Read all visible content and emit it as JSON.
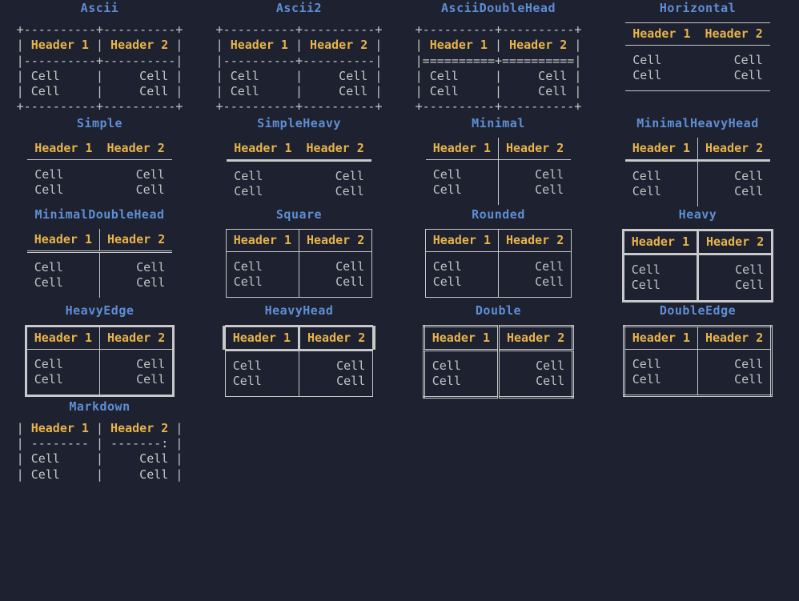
{
  "theme": {
    "background": "#1d2130",
    "title_color": "#5f8ed4",
    "header_color": "#e8b44a",
    "cell_color": "#c3c3c3",
    "line_color": "#c9c9c9"
  },
  "labels": {
    "header1": "Header 1",
    "header2": "Header 2",
    "cell": "Cell"
  },
  "boxes": [
    {
      "id": "ascii",
      "title": "Ascii",
      "kind": "art",
      "art_lines": [
        "+----------+----------+",
        "| Header 1 | Header 2 |",
        "|----------+----------|",
        "| Cell     |     Cell |",
        "| Cell     |     Cell |",
        "+----------+----------+"
      ]
    },
    {
      "id": "ascii2",
      "title": "Ascii2",
      "kind": "art",
      "art_lines": [
        "+----------+----------+",
        "| Header 1 | Header 2 |",
        "|----------+----------|",
        "| Cell     |     Cell |",
        "| Cell     |     Cell |",
        "+----------+----------+"
      ]
    },
    {
      "id": "asciidoublehead",
      "title": "AsciiDoubleHead",
      "kind": "art",
      "art_lines": [
        "+----------+----------+",
        "| Header 1 | Header 2 |",
        "|==========+==========|",
        "| Cell     |     Cell |",
        "| Cell     |     Cell |",
        "+----------+----------+"
      ]
    },
    {
      "id": "horizontal",
      "title": "Horizontal",
      "kind": "table",
      "style": "t-horizontal"
    },
    {
      "id": "simple",
      "title": "Simple",
      "kind": "table",
      "style": "t-simple"
    },
    {
      "id": "simpleheavy",
      "title": "SimpleHeavy",
      "kind": "table",
      "style": "t-simpleheavy"
    },
    {
      "id": "minimal",
      "title": "Minimal",
      "kind": "table",
      "style": "t-minimal"
    },
    {
      "id": "minimalheavyhead",
      "title": "MinimalHeavyHead",
      "kind": "table",
      "style": "t-minimalheavyhead"
    },
    {
      "id": "minimaldoublehead",
      "title": "MinimalDoubleHead",
      "kind": "table",
      "style": "t-minimaldoublehead"
    },
    {
      "id": "square",
      "title": "Square",
      "kind": "table",
      "style": "t-square"
    },
    {
      "id": "rounded",
      "title": "Rounded",
      "kind": "table",
      "style": "t-rounded"
    },
    {
      "id": "heavy",
      "title": "Heavy",
      "kind": "table",
      "style": "t-heavy"
    },
    {
      "id": "heavyedge",
      "title": "HeavyEdge",
      "kind": "table",
      "style": "t-heavyedge"
    },
    {
      "id": "heavyhead",
      "title": "HeavyHead",
      "kind": "table",
      "style": "t-heavyhead"
    },
    {
      "id": "double",
      "title": "Double",
      "kind": "table",
      "style": "t-double"
    },
    {
      "id": "doubleedge",
      "title": "DoubleEdge",
      "kind": "table",
      "style": "t-doubleedge"
    },
    {
      "id": "markdown",
      "title": "Markdown",
      "kind": "art",
      "art_lines": [
        "| Header 1 | Header 2 |",
        "| -------- | -------: |",
        "| Cell     |     Cell |",
        "| Cell     |     Cell |"
      ]
    }
  ]
}
